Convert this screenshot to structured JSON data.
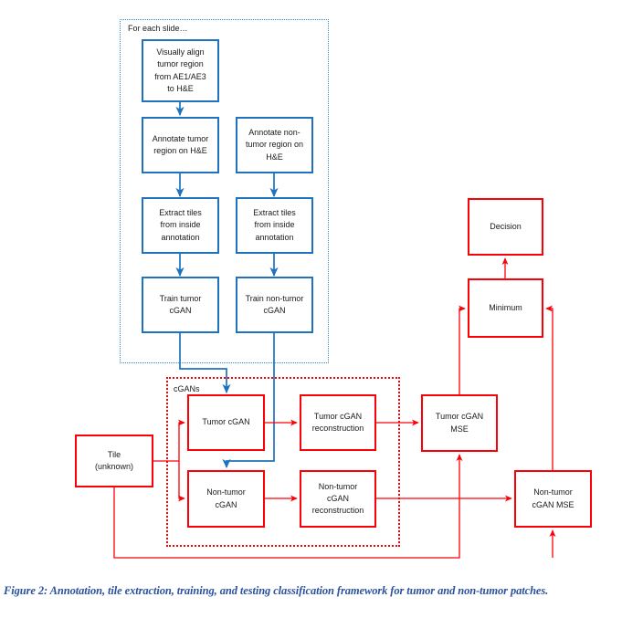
{
  "figure": {
    "caption": "Figure 2: Annotation, tile extraction, training, and testing classification framework for tumor and non-tumor patches."
  },
  "groups": [
    {
      "id": "for-each-slide",
      "label": "For each slide…",
      "style": "blue-dashed"
    },
    {
      "id": "cgans",
      "label": "cGANs",
      "style": "red-dashed"
    }
  ],
  "nodes": [
    {
      "id": "visually-align",
      "label": "Visually align tumor region from AE1/AE3 to H&E",
      "color": "blue"
    },
    {
      "id": "annotate-tumor",
      "label": "Annotate tumor region on H&E",
      "color": "blue"
    },
    {
      "id": "annotate-non-tumor",
      "label": "Annotate non-tumor region on H&E",
      "color": "blue"
    },
    {
      "id": "extract-tiles-tumor",
      "label": "Extract tiles from inside annotation",
      "color": "blue"
    },
    {
      "id": "extract-tiles-non-tumor",
      "label": "Extract tiles from inside annotation",
      "color": "blue"
    },
    {
      "id": "train-tumor-cgan",
      "label": "Train tumor cGAN",
      "color": "blue"
    },
    {
      "id": "train-non-tumor-cgan",
      "label": "Train non-tumor cGAN",
      "color": "blue"
    },
    {
      "id": "tile-unknown",
      "label": "Tile (unknown)",
      "color": "red"
    },
    {
      "id": "tumor-cgan",
      "label": "Tumor cGAN",
      "color": "red"
    },
    {
      "id": "non-tumor-cgan",
      "label": "Non-tumor cGAN",
      "color": "red"
    },
    {
      "id": "tumor-cgan-recon",
      "label": "Tumor cGAN reconstruction",
      "color": "red"
    },
    {
      "id": "non-tumor-cgan-recon",
      "label": "Non-tumor cGAN reconstruction",
      "color": "red"
    },
    {
      "id": "tumor-cgan-mse",
      "label": "Tumor cGAN MSE",
      "color": "red"
    },
    {
      "id": "non-tumor-cgan-mse",
      "label": "Non-tumor cGAN MSE",
      "color": "red"
    },
    {
      "id": "minimum",
      "label": "Minimum",
      "color": "red"
    },
    {
      "id": "decision",
      "label": "Decision",
      "color": "red"
    }
  ],
  "labels": {
    "visually_align": "Visually align",
    "visually_align_l2": "tumor region",
    "visually_align_l3": "from AE1/AE3",
    "visually_align_l4": "to H&E",
    "annotate_tumor_l1": "Annotate tumor",
    "annotate_tumor_l2": "region on H&E",
    "annotate_non_tumor_l1": "Annotate non-",
    "annotate_non_tumor_l2": "tumor region on",
    "annotate_non_tumor_l3": "H&E",
    "extract_l1": "Extract tiles",
    "extract_l2": "from inside",
    "extract_l3": "annotation",
    "train_tumor_l1": "Train tumor",
    "train_tumor_l2": "cGAN",
    "train_non_tumor_l1": "Train non-tumor",
    "train_non_tumor_l2": "cGAN",
    "tile_l1": "Tile",
    "tile_l2": "(unknown)",
    "tumor_cgan": "Tumor cGAN",
    "non_tumor_cgan_l1": "Non-tumor",
    "non_tumor_cgan_l2": "cGAN",
    "tumor_recon_l1": "Tumor cGAN",
    "tumor_recon_l2": "reconstruction",
    "non_tumor_recon_l1": "Non-tumor",
    "non_tumor_recon_l2": "cGAN",
    "non_tumor_recon_l3": "reconstruction",
    "tumor_mse_l1": "Tumor cGAN",
    "tumor_mse_l2": "MSE",
    "non_tumor_mse_l1": "Non-tumor",
    "non_tumor_mse_l2": "cGAN MSE",
    "minimum": "Minimum",
    "decision": "Decision",
    "for_each_slide": "For each slide…",
    "cgans": "cGANs"
  },
  "colors": {
    "blue_box": "#1f72bd",
    "blue_dashed": "#2e8ad4",
    "red": "#fb0007",
    "caption": "#2a52a0",
    "text": "#1a1a1a"
  }
}
